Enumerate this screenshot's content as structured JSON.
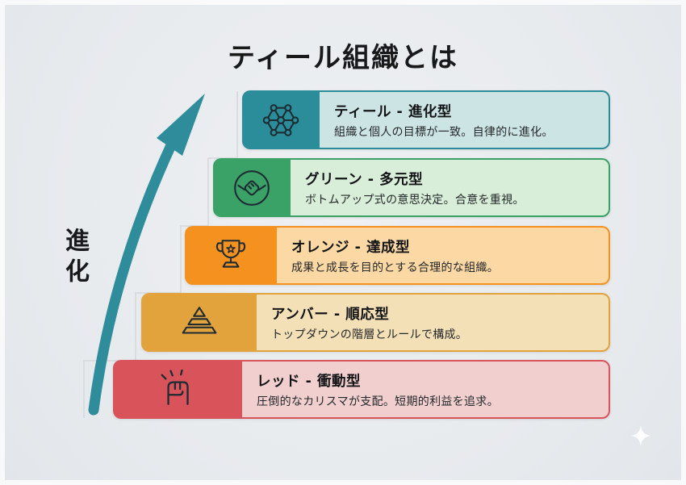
{
  "title": "ティール組織とは",
  "evolution_label": "進化",
  "arrow_color": "#2f8d9b",
  "step_line_color": "#d8dcdf",
  "levels": [
    {
      "name": "ティール - 進化型",
      "desc": "組織と個人の目標が一致。自律的に進化。",
      "icon": "network-icon",
      "color": "#2a8d99",
      "tint": "#cde4e5"
    },
    {
      "name": "グリーン - 多元型",
      "desc": "ボトムアップ式の意思決定。合意を重視。",
      "icon": "handshake-icon",
      "color": "#3aa266",
      "tint": "#d8eed8"
    },
    {
      "name": "オレンジ - 達成型",
      "desc": "成果と成長を目的とする合理的な組織。",
      "icon": "trophy-icon",
      "color": "#f5921f",
      "tint": "#fbd8a4"
    },
    {
      "name": "アンバー - 順応型",
      "desc": "トップダウンの階層とルールで構成。",
      "icon": "pyramid-icon",
      "color": "#e2a23c",
      "tint": "#f4e0b6"
    },
    {
      "name": "レッド - 衝動型",
      "desc": "圧倒的なカリスマが支配。短期的利益を追求。",
      "icon": "fist-icon",
      "color": "#d9535b",
      "tint": "#f1cfcf"
    }
  ]
}
